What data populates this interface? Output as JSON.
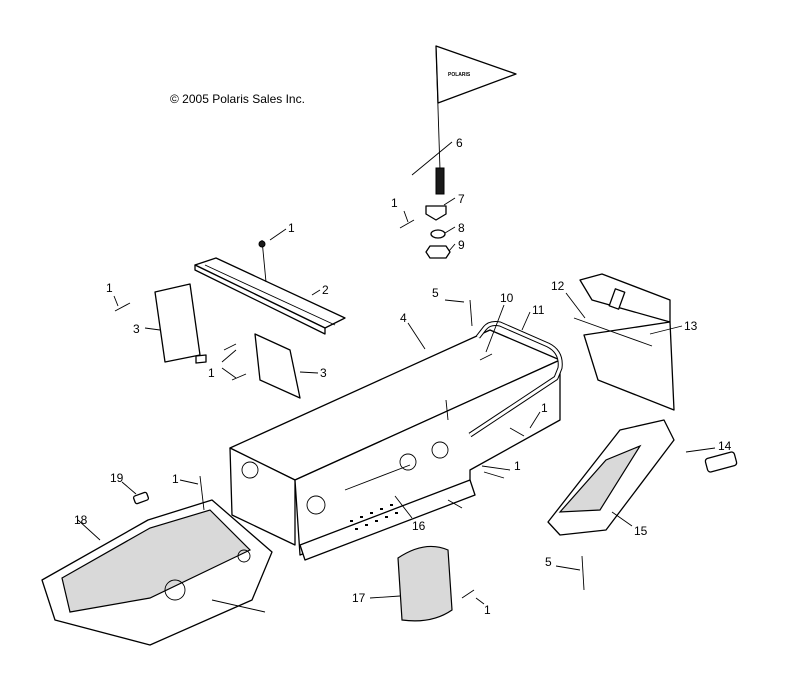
{
  "copyright": "© 2005 Polaris Sales Inc.",
  "flag_text": "POLARIS",
  "callouts": {
    "c1_top": "1",
    "c1_left": "1",
    "c1_mid": "1",
    "c1_bolt7": "1",
    "c1_right": "1",
    "c1_pair": "1",
    "c1_front": "1",
    "c1_bottom": "1",
    "c2": "2",
    "c3_left": "3",
    "c3_right": "3",
    "c4": "4",
    "c5_top": "5",
    "c5_bottom": "5",
    "c6": "6",
    "c7": "7",
    "c8": "8",
    "c9": "9",
    "c10": "10",
    "c11": "11",
    "c12": "12",
    "c13": "13",
    "c14": "14",
    "c15": "15",
    "c16": "16",
    "c17": "17",
    "c18": "18",
    "c19": "19"
  }
}
